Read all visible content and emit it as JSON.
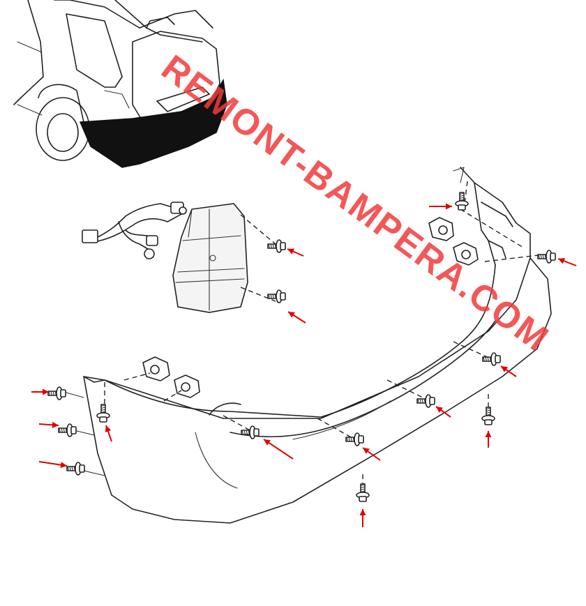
{
  "watermark": {
    "text": "REMONT-BAMPERA.COM",
    "color": "#f23a3a"
  },
  "arrow_color": "#e00000",
  "line_color": "#222222",
  "fasteners": {
    "bolts": [
      {
        "id": "top-right-bracket-bolt"
      },
      {
        "id": "right-side-bolt"
      },
      {
        "id": "tail-lamp-upper-bolt"
      },
      {
        "id": "tail-lamp-lower-bolt"
      },
      {
        "id": "left-side-clip-upper"
      },
      {
        "id": "left-side-clip-middle"
      },
      {
        "id": "left-side-clip-lower"
      },
      {
        "id": "left-bracket-bolt"
      },
      {
        "id": "bumper-top-bolt-1"
      },
      {
        "id": "bumper-top-bolt-2"
      },
      {
        "id": "bumper-top-bolt-3"
      },
      {
        "id": "bumper-top-bolt-4"
      },
      {
        "id": "bottom-clip-left"
      },
      {
        "id": "bottom-clip-right"
      }
    ]
  }
}
